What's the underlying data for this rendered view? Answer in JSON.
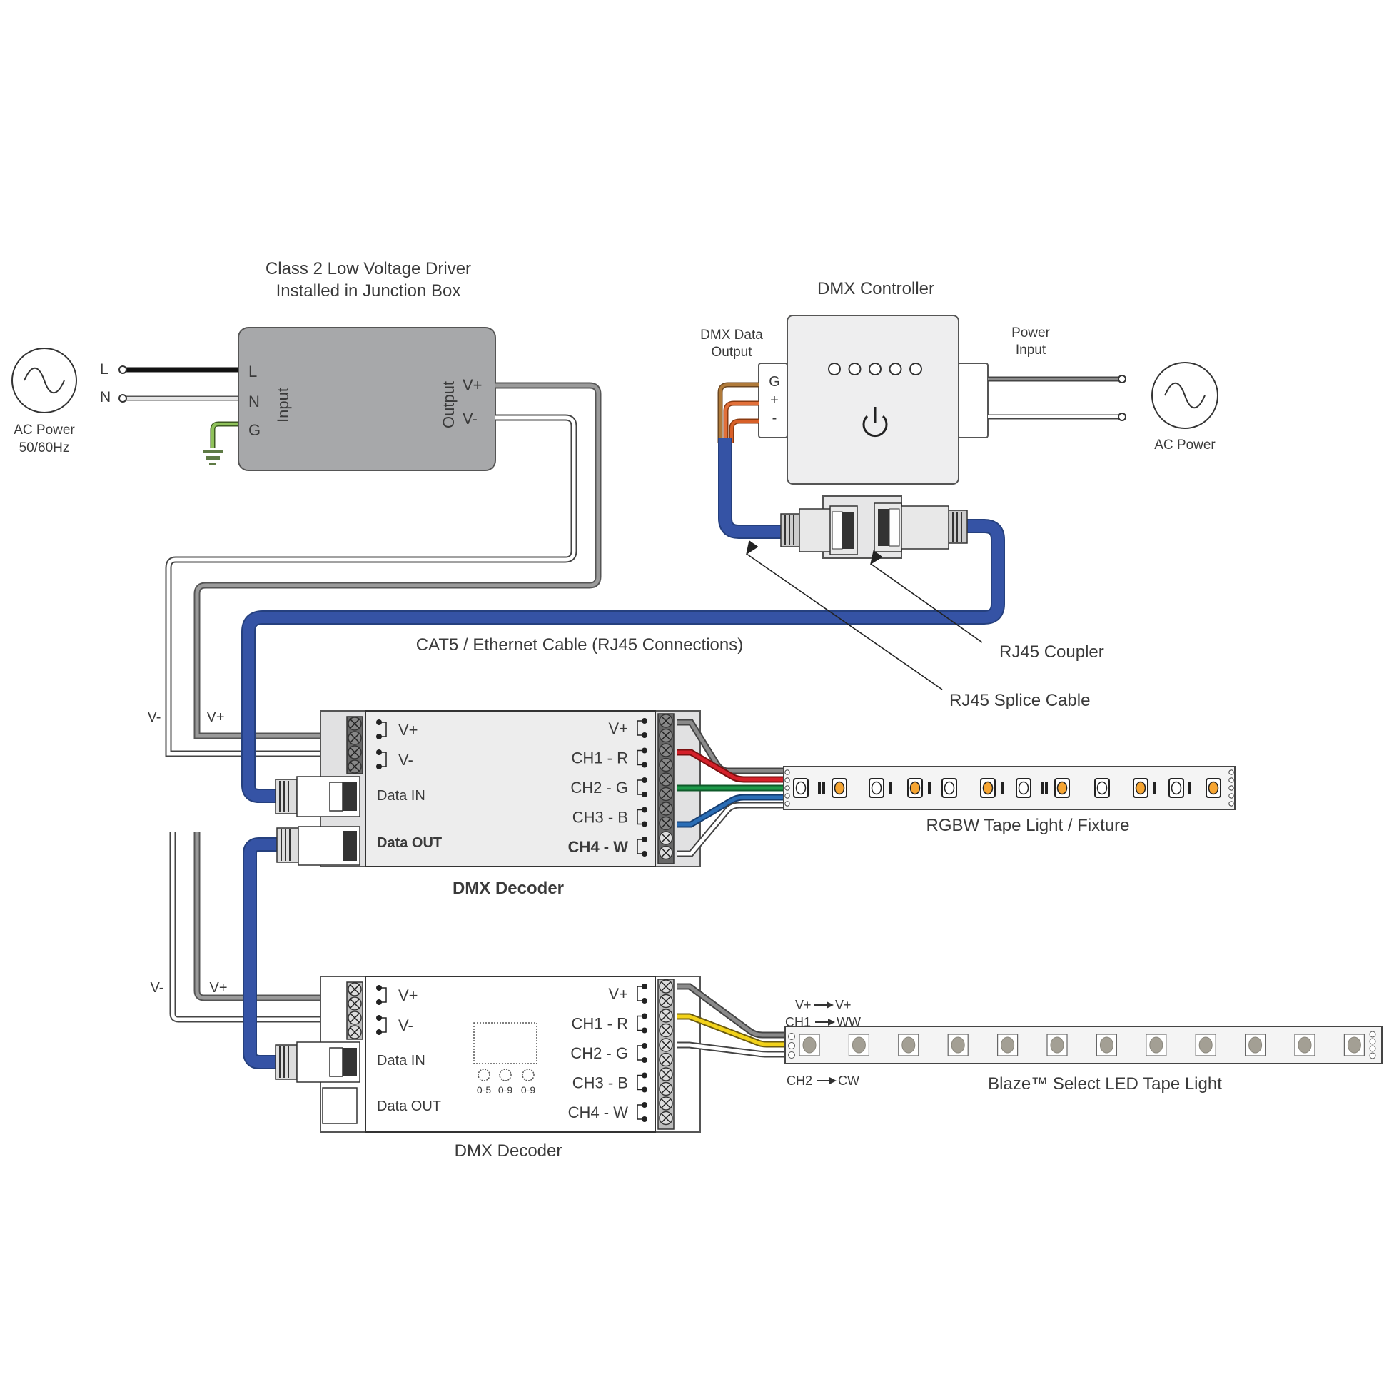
{
  "driver": {
    "title_line1": "Class 2 Low Voltage Driver",
    "title_line2": "Installed in Junction Box",
    "input_label": "Input",
    "output_label": "Output",
    "terminals_in": [
      "L",
      "N",
      "G"
    ],
    "terminals_out": [
      "V+",
      "V-"
    ],
    "color": "#a7a8aa"
  },
  "ac_source_left": {
    "line1": "AC Power",
    "line2": "50/60Hz",
    "wire_labels": [
      "L",
      "N"
    ]
  },
  "controller": {
    "title": "DMX Controller",
    "data_output_line1": "DMX Data",
    "data_output_line2": "Output",
    "power_input_line1": "Power",
    "power_input_line2": "Input",
    "terminals": [
      "G",
      "+",
      "-"
    ],
    "indicator_count": 5
  },
  "ac_source_right": {
    "label": "AC Power"
  },
  "cable": {
    "label": "CAT5 / Ethernet Cable (RJ45 Connections)",
    "color": "#3553a5"
  },
  "callouts": {
    "coupler": "RJ45 Coupler",
    "splice": "RJ45 Splice Cable"
  },
  "decoder1": {
    "title": "DMX Decoder",
    "left_terminals": [
      "V+",
      "V-"
    ],
    "data_in": "Data IN",
    "data_out": "Data OUT",
    "channels": [
      "V+",
      "CH1 - R",
      "CH2 - G",
      "CH3 - B",
      "CH4 - W"
    ],
    "feed_labels": [
      "V-",
      "V+"
    ]
  },
  "decoder2": {
    "title": "DMX Decoder",
    "left_terminals": [
      "V+",
      "V-"
    ],
    "data_in": "Data IN",
    "data_out": "Data OUT",
    "channels": [
      "V+",
      "CH1 - R",
      "CH2 - G",
      "CH3 - B",
      "CH4 - W"
    ],
    "dial_labels": [
      "0-5",
      "0-9",
      "0-9"
    ],
    "feed_labels": [
      "V-",
      "V+"
    ]
  },
  "tape1": {
    "label": "RGBW Tape Light / Fixture",
    "led_color": "#f6a532",
    "wire_colors": [
      "#808080",
      "#d4202a",
      "#1e9a4a",
      "#2a6db5",
      "#ffffff"
    ]
  },
  "tape2": {
    "label": "Blaze™ Select LED Tape Light",
    "mapping": [
      "V+ → V+",
      "CH1 → WW",
      "CH2 → CW"
    ],
    "mapping_parts": [
      {
        "from": "V+",
        "to": "V+"
      },
      {
        "from": "CH1",
        "to": "WW"
      },
      {
        "from": "CH2",
        "to": "CW"
      }
    ],
    "led_count": 12,
    "wire_colors": [
      "#808080",
      "#f2d21a",
      "#ffffff"
    ]
  }
}
